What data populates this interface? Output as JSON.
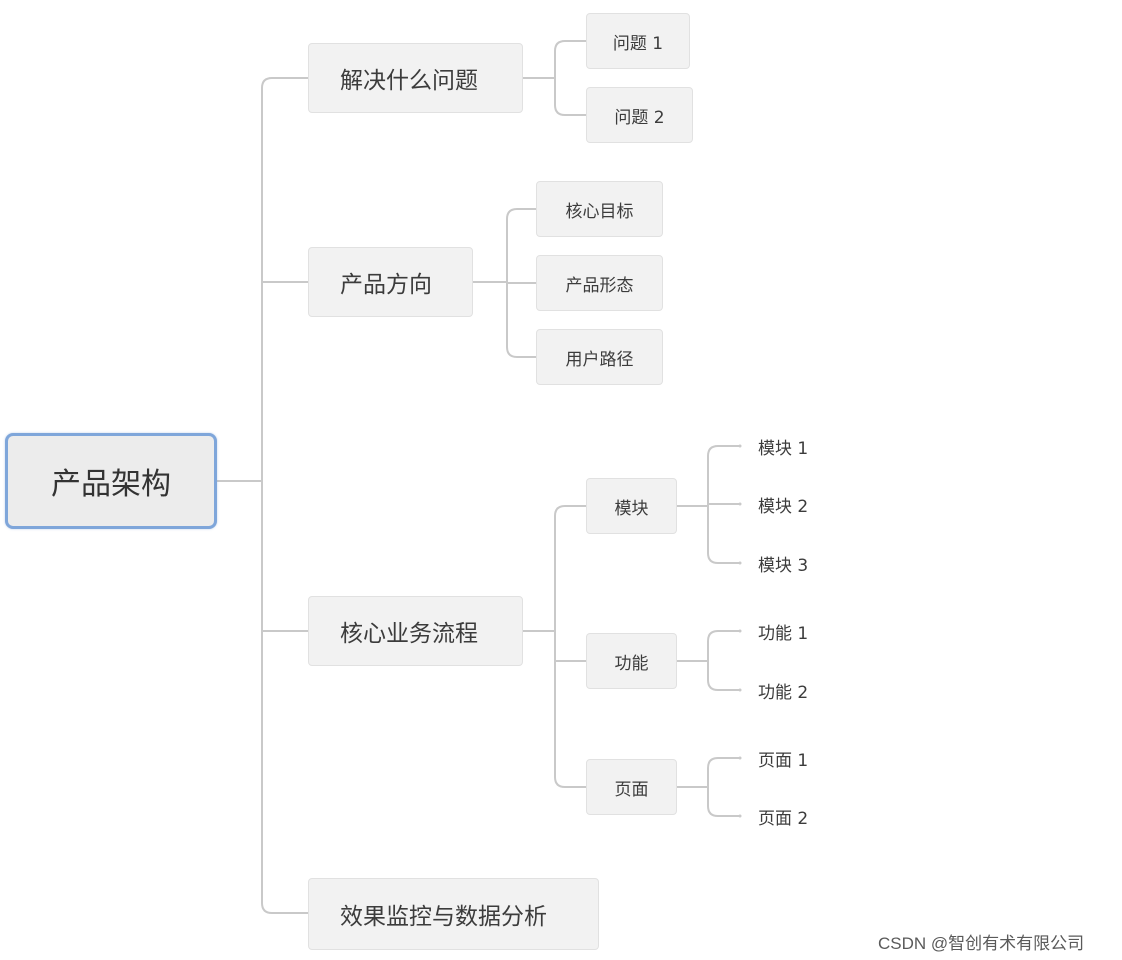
{
  "root": {
    "label": "产品架构"
  },
  "branches": [
    {
      "label": "解决什么问题",
      "children": [
        {
          "label": "问题 1"
        },
        {
          "label": "问题 2"
        }
      ]
    },
    {
      "label": "产品方向",
      "children": [
        {
          "label": "核心目标"
        },
        {
          "label": "产品形态"
        },
        {
          "label": "用户路径"
        }
      ]
    },
    {
      "label": "核心业务流程",
      "children": [
        {
          "label": "模块",
          "children": [
            {
              "label": "模块 1"
            },
            {
              "label": "模块 2"
            },
            {
              "label": "模块 3"
            }
          ]
        },
        {
          "label": "功能",
          "children": [
            {
              "label": "功能 1"
            },
            {
              "label": "功能 2"
            }
          ]
        },
        {
          "label": "页面",
          "children": [
            {
              "label": "页面 1"
            },
            {
              "label": "页面 2"
            }
          ]
        }
      ]
    },
    {
      "label": "效果监控与数据分析",
      "children": []
    }
  ],
  "watermark": "CSDN @智创有术有限公司",
  "colors": {
    "node_fill": "#f2f2f2",
    "root_border": "#7fa6da",
    "connector": "#c9c9c9",
    "text": "#3c3c3c"
  }
}
